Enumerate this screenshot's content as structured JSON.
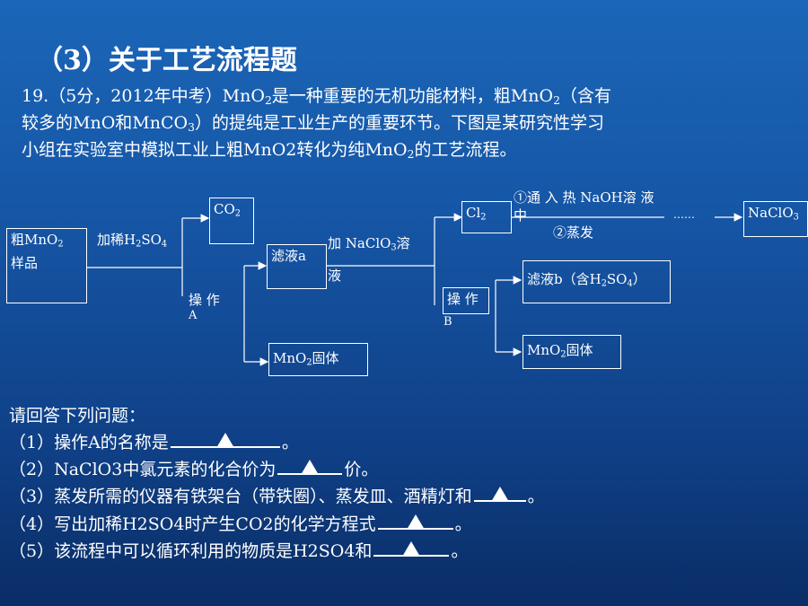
{
  "title": "（3）关于工艺流程题",
  "intro": {
    "line1_a": "19.（5分，2012年中考）MnO",
    "line1_sub": "2",
    "line1_b": "是一种重要的无机功能材料，粗MnO",
    "line1_sub2": "2",
    "line1_c": "（含有",
    "line2_a": "较多的MnO和MnCO",
    "line2_sub": "3",
    "line2_b": "）的提纯是工业生产的重要环节。下图是某研究性学习",
    "line3_a": "小组在实验室中模拟工业上粗MnO2转化为纯MnO",
    "line3_sub": "2",
    "line3_b": "的工艺流程。"
  },
  "flow": {
    "raw_box_line1": "粗MnO",
    "raw_box_sub": "2",
    "raw_box_line2": "样品",
    "add_acid_a": "加稀H",
    "add_acid_sub1": "2",
    "add_acid_b": "SO",
    "add_acid_sub2": "4",
    "co2_a": "CO",
    "co2_sub": "2",
    "op_a_line1": "操 作",
    "op_a_line2": "A",
    "filtrate_a": "滤液a",
    "add_naclo3_a": "加 NaClO",
    "add_naclo3_sub": "3",
    "add_naclo3_b": "溶",
    "add_naclo3_c": "液",
    "mno2_solid_a_a": "MnO",
    "mno2_solid_a_sub": "2",
    "mno2_solid_a_b": "固体",
    "cl2_a": "Cl",
    "cl2_sub": "2",
    "step1_a": "①通 入 热 NaOH溶 液",
    "step1_b": "中",
    "step2": "②蒸发",
    "dots": "……",
    "naclo3_a": "NaClO",
    "naclo3_sub": "3",
    "op_b_line1": "操 作",
    "op_b_line2": "B",
    "filtrate_b_a": "滤液b（含H",
    "filtrate_b_sub1": "2",
    "filtrate_b_b": "SO",
    "filtrate_b_sub2": "4",
    "filtrate_b_c": "）",
    "mno2_solid_b_a": "MnO",
    "mno2_solid_b_sub": "2",
    "mno2_solid_b_b": "固体"
  },
  "questions": {
    "header": "请回答下列问题：",
    "q1_a": "（1）操作A的名称是",
    "q1_b": "。",
    "q2_a": "（2）NaClO3中氯元素的化合价为",
    "q2_b": "价。",
    "q3_a": "（3）蒸发所需的仪器有铁架台（带铁圈）、蒸发皿、酒精灯和",
    "q3_b": "。",
    "q4_a": "（4）写出加稀H2SO4时产生CO2的化学方程式",
    "q4_b": "。",
    "q5_a": "（5）该流程中可以循环利用的物质是H2SO4和",
    "q5_b": "。"
  },
  "icons": {
    "blank_marker": "triangle-icon"
  },
  "colors": {
    "background_top": "#1b66b8",
    "background_bottom": "#0a2d66",
    "text": "#ffffff"
  }
}
